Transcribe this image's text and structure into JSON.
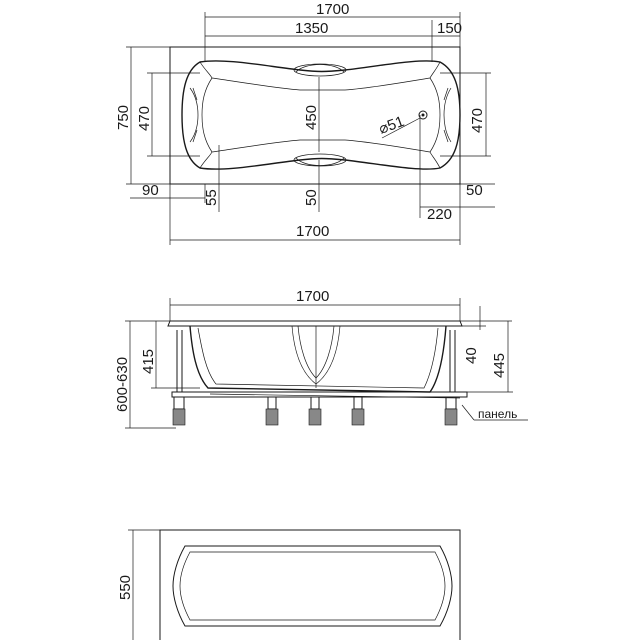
{
  "top_view": {
    "overall_length_top": "1700",
    "inner_length": "1350",
    "headrest_offset": "150",
    "overall_width": "750",
    "inner_width_left": "470",
    "inner_width_right": "470",
    "center_width": "450",
    "drain_diameter": "⌀51",
    "offset_left_90": "90",
    "offset_55": "55",
    "offset_center_50": "50",
    "offset_right_50": "50",
    "offset_220": "220",
    "overall_length_bottom": "1700"
  },
  "side_view": {
    "overall_length": "1700",
    "height_range": "600-630",
    "inner_depth": "415",
    "rim": "40",
    "total_depth": "445",
    "panel_label": "панель"
  },
  "panel_view": {
    "panel_height": "550"
  }
}
